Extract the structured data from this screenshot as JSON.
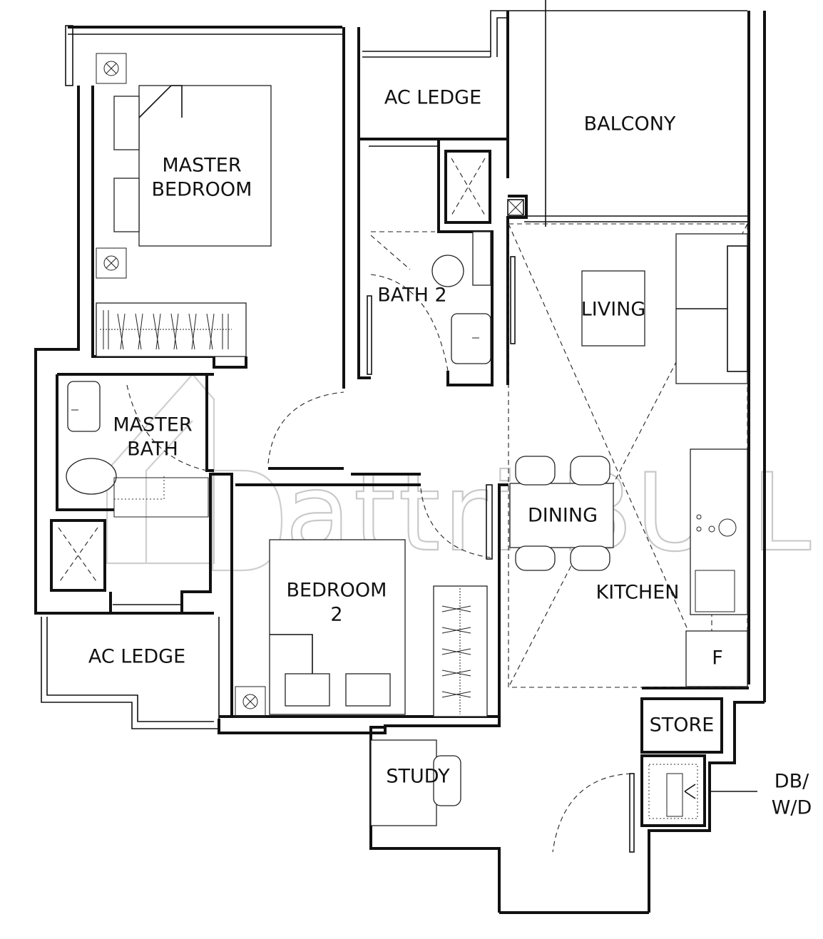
{
  "rooms": {
    "master_bedroom": [
      "MASTER",
      "BEDROOM"
    ],
    "master_bath": [
      "MASTER",
      "BATH"
    ],
    "ac_ledge_top": "AC LEDGE",
    "ac_ledge_bottom": "AC LEDGE",
    "balcony": "BALCONY",
    "bath_2": "BATH 2",
    "living": "LIVING",
    "dining": "DINING",
    "kitchen": "KITCHEN",
    "fridge": "F",
    "bedroom_2": [
      "BEDROOM",
      "2"
    ],
    "study": "STUDY",
    "store": "STORE",
    "db_wd": [
      "DB/",
      "W/D"
    ]
  },
  "watermark": "attri.BUILD"
}
